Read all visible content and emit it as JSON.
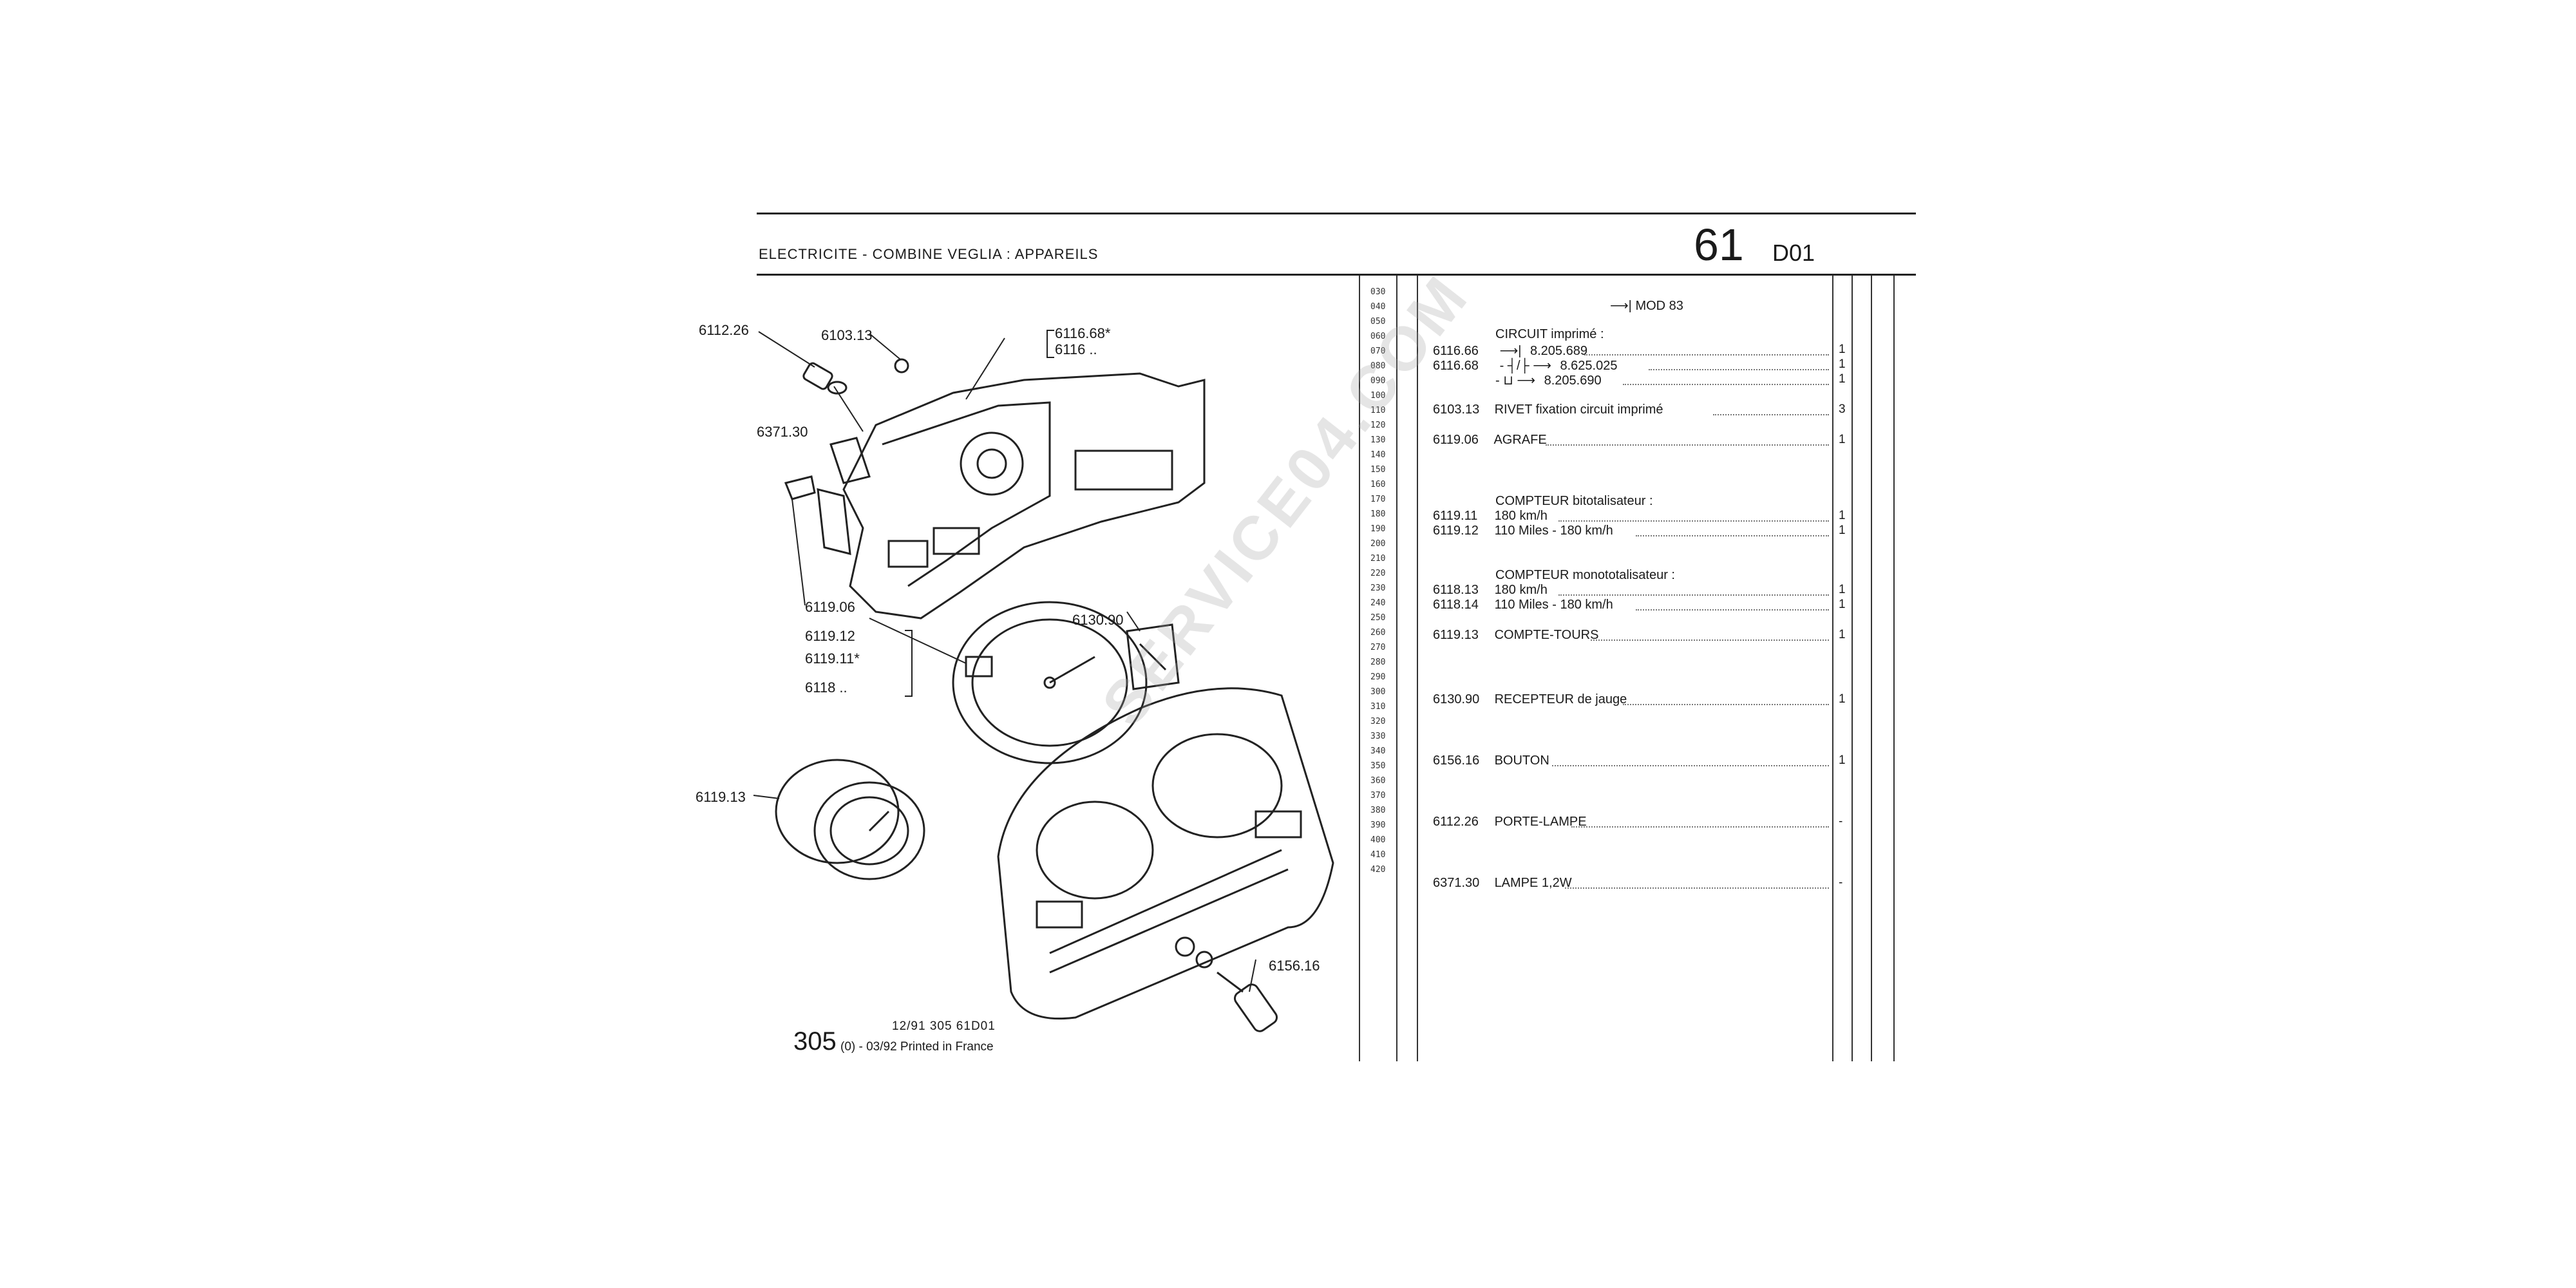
{
  "header": {
    "title": "ELECTRICITE - COMBINE VEGLIA : APPAREILS",
    "group_number": "61",
    "group_code": "D01"
  },
  "line_numbers": [
    "030",
    "040",
    "050",
    "060",
    "070",
    "080",
    "090",
    "100",
    "110",
    "120",
    "130",
    "140",
    "150",
    "160",
    "170",
    "180",
    "190",
    "200",
    "210",
    "220",
    "230",
    "240",
    "250",
    "260",
    "270",
    "280",
    "290",
    "300",
    "310",
    "320",
    "330",
    "340",
    "350",
    "360",
    "370",
    "380",
    "390",
    "400",
    "410",
    "420"
  ],
  "callouts": {
    "c1": "6112.26",
    "c2": "6103.13",
    "c3": "6116.68*",
    "c4": "6116 ..",
    "c5": "6371.30",
    "c6": "6119.06",
    "c7": "6119.12",
    "c8": "6119.11*",
    "c9": "6118 ..",
    "c10": "6130.90",
    "c11": "6119.13",
    "c12": "6156.16"
  },
  "parts": {
    "mod": "MOD 83",
    "circuit_heading": "CIRCUIT imprimé :",
    "r1_ref": "6116.66",
    "r1_desc": "8.205.689",
    "r1_qty": "1",
    "r2_ref": "6116.68",
    "r2_desc": "8.625.025",
    "r2_qty": "1",
    "r3_desc": "8.205.690",
    "r3_qty": "1",
    "r4_ref": "6103.13",
    "r4_desc": "RIVET fixation circuit imprimé",
    "r4_qty": "3",
    "r5_ref": "6119.06",
    "r5_desc": "AGRAFE",
    "r5_qty": "1",
    "compteur_bi": "COMPTEUR bitotalisateur :",
    "r6_ref": "6119.11",
    "r6_desc": "180 km/h",
    "r6_qty": "1",
    "r7_ref": "6119.12",
    "r7_desc": "110 Miles - 180 km/h",
    "r7_qty": "1",
    "compteur_mono": "COMPTEUR monototalisateur :",
    "r8_ref": "6118.13",
    "r8_desc": "180 km/h",
    "r8_qty": "1",
    "r9_ref": "6118.14",
    "r9_desc": "110 Miles - 180 km/h",
    "r9_qty": "1",
    "r10_ref": "6119.13",
    "r10_desc": "COMPTE-TOURS",
    "r10_qty": "1",
    "r11_ref": "6130.90",
    "r11_desc": "RECEPTEUR de jauge",
    "r11_qty": "1",
    "r12_ref": "6156.16",
    "r12_desc": "BOUTON",
    "r12_qty": "1",
    "r13_ref": "6112.26",
    "r13_desc": "PORTE-LAMPE",
    "r13_qty": "-",
    "r14_ref": "6371.30",
    "r14_desc": "LAMPE 1,2W",
    "r14_qty": "-"
  },
  "footer": {
    "ref_line": "12/91  305  61D01",
    "page_number": "305",
    "print_line": "(0) - 03/92 Printed in France"
  },
  "watermark": "SERVICE04.COM"
}
